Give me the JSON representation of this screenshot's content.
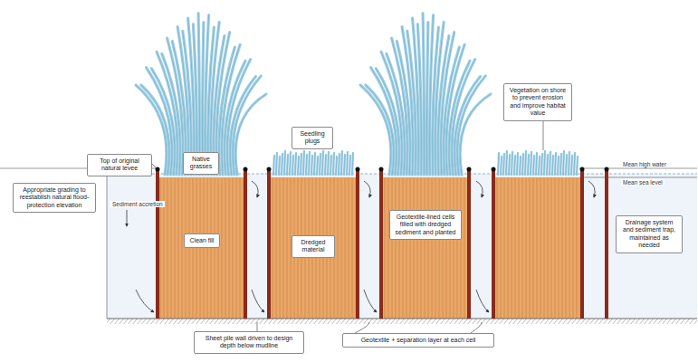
{
  "diagram": {
    "nodes": [
      {
        "text": [
          "Top of original natural levee"
        ]
      },
      {
        "text": [
          "Appropriate grading to reestablish natural flood-protection elevation"
        ]
      },
      {
        "text": [
          "Native grasses"
        ]
      },
      {
        "text": [
          "Seedling plugs"
        ]
      },
      {
        "text": [
          "Clean fill"
        ]
      },
      {
        "text": [
          "Dredged material"
        ]
      },
      {
        "text": [
          "Geotextile-lined cells filled with dredged sediment and planted"
        ]
      },
      {
        "text": [
          "Vegetation on shore to prevent erosion and improve habitat value"
        ]
      },
      {
        "text": [
          "Drainage system and sediment trap, maintained as needed"
        ]
      },
      {
        "text": [
          "Sheet pile wall driven to design depth below mudline"
        ]
      },
      {
        "text": [
          "Geotextile + separation layer at each cell"
        ]
      }
    ],
    "labels": [
      "Mean high water",
      "Mean sea level",
      "Sediment accretion"
    ]
  }
}
